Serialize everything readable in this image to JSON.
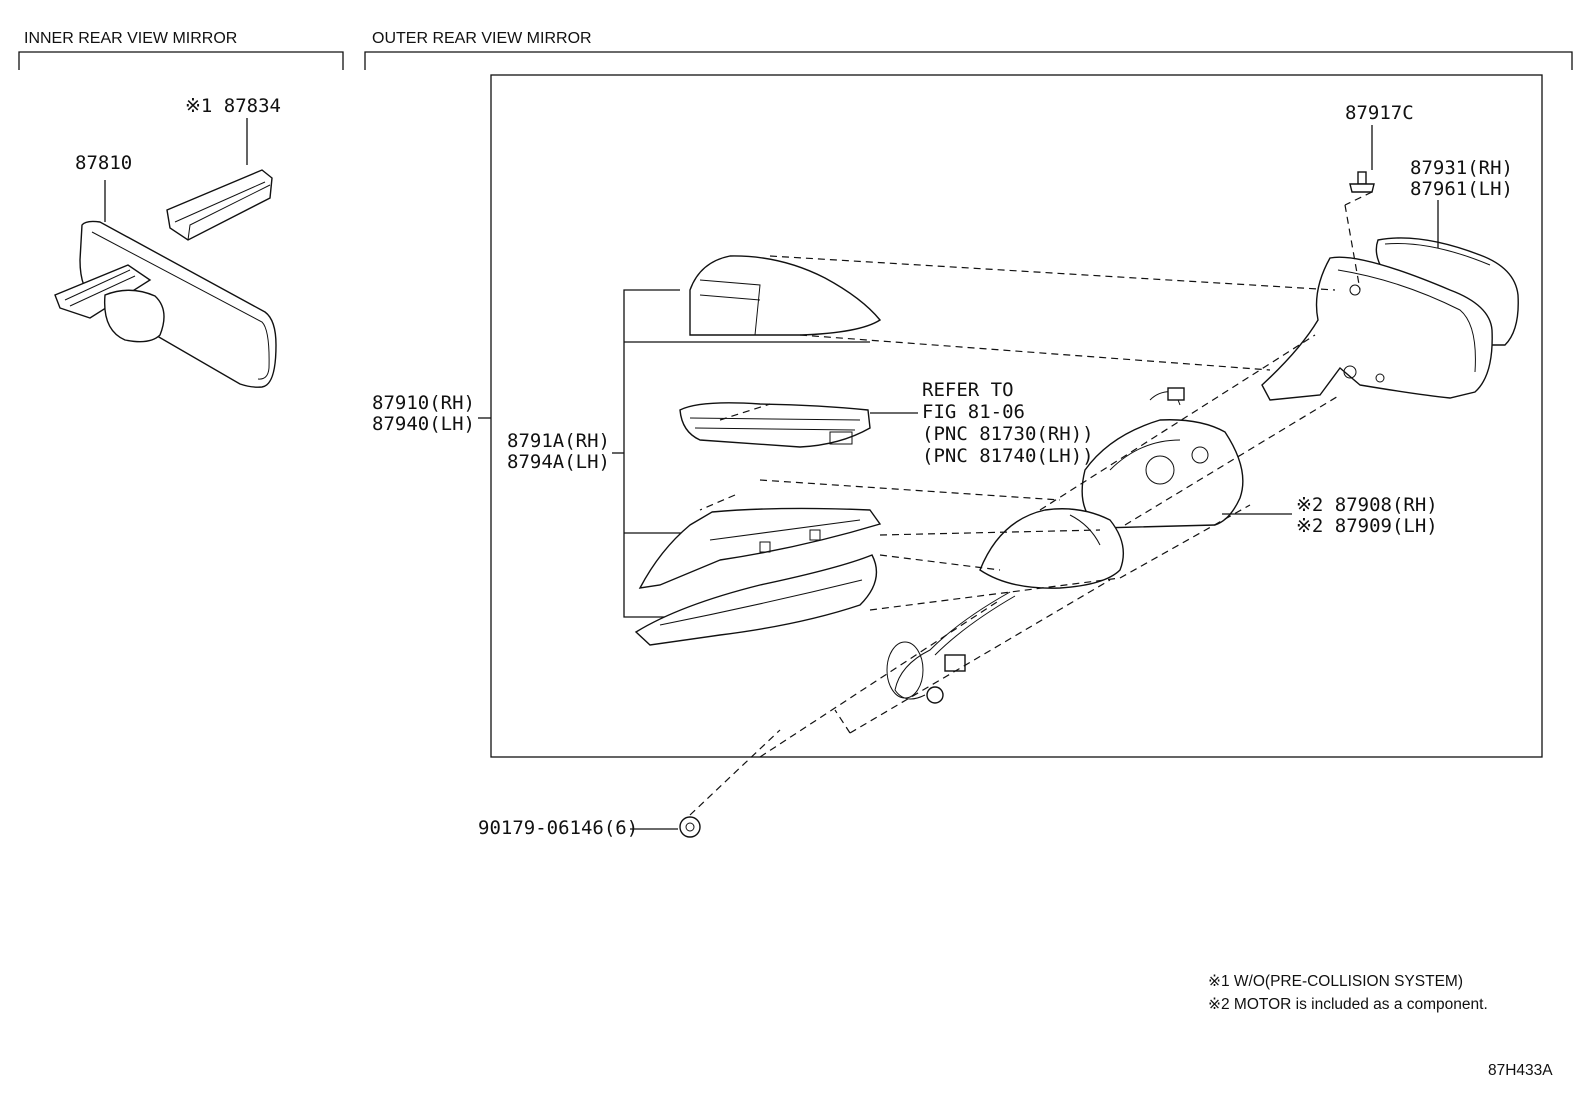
{
  "sections": {
    "inner": "INNER REAR VIEW MIRROR",
    "outer": "OUTER REAR VIEW MIRROR"
  },
  "labels": {
    "p87834": "※1 87834",
    "p87810": "87810",
    "p87917c": "87917C",
    "p87931": "87931(RH)",
    "p87961": "87961(LH)",
    "p87910": "87910(RH)",
    "p87940": "87940(LH)",
    "p8791a": "8791A(RH)",
    "p8794a": "8794A(LH)",
    "refer1": "REFER TO",
    "refer2": "FIG 81-06",
    "refer3": "(PNC 81730(RH))",
    "refer4": "(PNC 81740(LH))",
    "p87908": "※2 87908(RH)",
    "p87909": "※2 87909(LH)",
    "p90179": "90179-06146(6)"
  },
  "notes": {
    "n1": "※1 W/O(PRE-COLLISION SYSTEM)",
    "n2": "※2 MOTOR is included as a component."
  },
  "figure_id": "87H433A"
}
